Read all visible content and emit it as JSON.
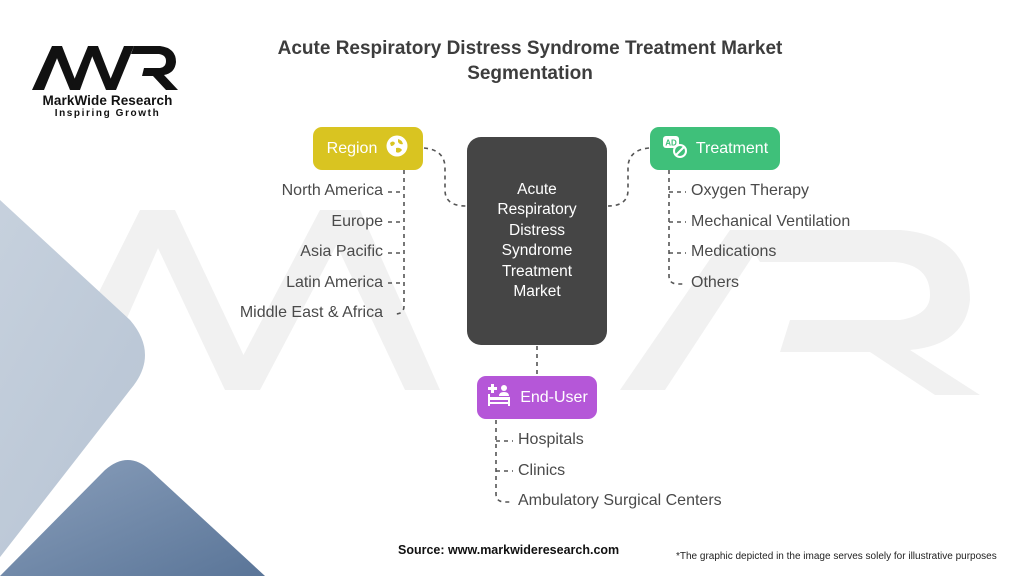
{
  "brand": {
    "name": "MarkWide Research",
    "tagline": "Inspiring Growth",
    "mark": "MWR"
  },
  "title": {
    "line1": "Acute Respiratory Distress Syndrome Treatment Market",
    "line2": "Segmentation"
  },
  "center_node": {
    "label": "Acute Respiratory Distress Syndrome Treatment Market",
    "color": "#454545"
  },
  "segments": {
    "region": {
      "label": "Region",
      "icon": "globe-icon",
      "color": "#d9c421",
      "items": [
        "North America",
        "Europe",
        "Asia Pacific",
        "Latin America",
        "Middle East & Africa"
      ]
    },
    "treatment": {
      "label": "Treatment",
      "icon": "pill-prohibited-icon",
      "color": "#3fc07a",
      "items": [
        "Oxygen Therapy",
        "Mechanical Ventilation",
        "Medications",
        "Others"
      ]
    },
    "end_user": {
      "label": "End-User",
      "icon": "hospital-bed-icon",
      "color": "#b557d8",
      "items": [
        "Hospitals",
        "Clinics",
        "Ambulatory Surgical Centers"
      ]
    }
  },
  "footer": {
    "source": "Source: www.markwideresearch.com",
    "note": "*The graphic depicted in the image serves solely for illustrative purposes"
  }
}
